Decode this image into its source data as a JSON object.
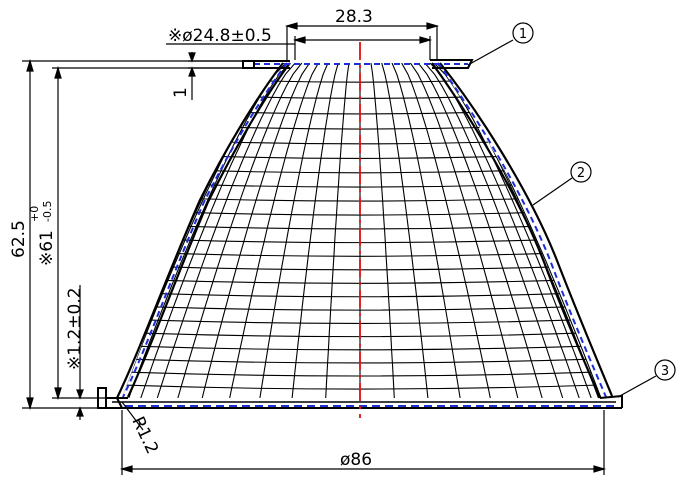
{
  "dimensions": {
    "top_width": "28.3",
    "top_inner_diameter": "※ø24.8±0.5",
    "flange_thickness": "1",
    "overall_height": "62.5",
    "inner_height": "※61",
    "inner_height_tol_upper": "+0",
    "inner_height_tol_lower": "-0.5",
    "base_thickness": "※1.2±0.2",
    "base_diameter": "ø86",
    "fillet_radius": "R1.2"
  },
  "balloons": [
    "1",
    "2",
    "3"
  ],
  "colors": {
    "outline": "#000000",
    "hatch": "#1a2fd6",
    "centerline": "#e01010"
  }
}
